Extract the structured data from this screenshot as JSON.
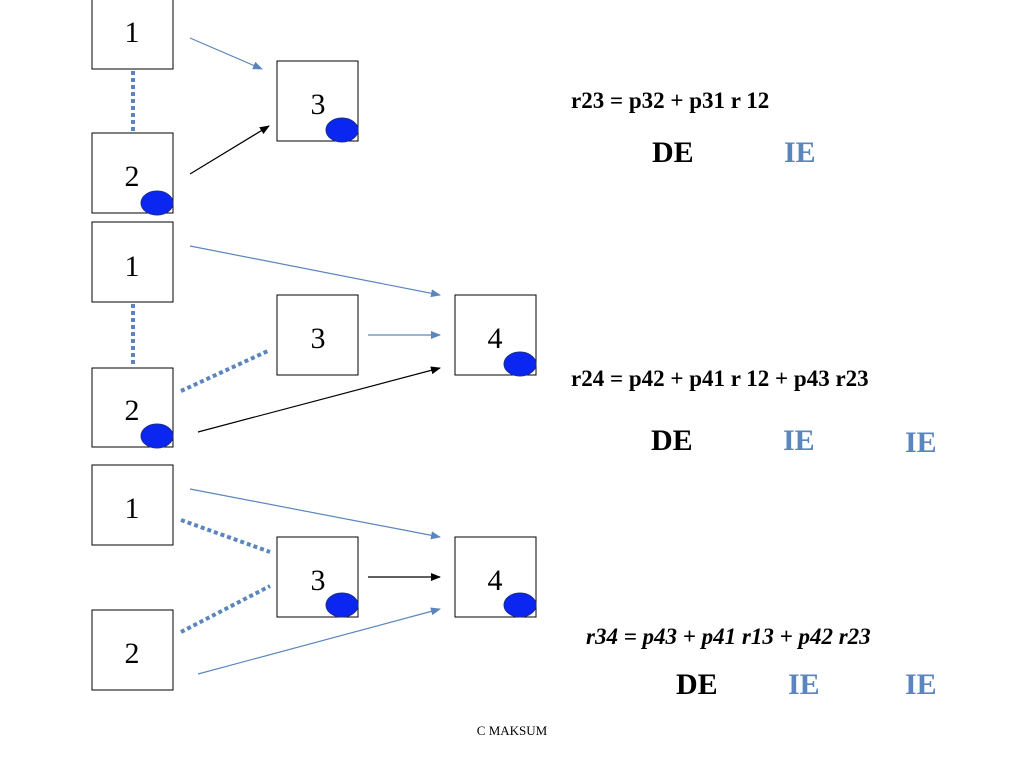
{
  "colors": {
    "blue_line": "#5B86BD",
    "dot": "#0A26F0",
    "dot_border": "#1A2F8A",
    "black": "#000000"
  },
  "panels": [
    {
      "nodes": [
        {
          "id": "1",
          "label": "1"
        },
        {
          "id": "2",
          "label": "2",
          "dot": true
        },
        {
          "id": "3",
          "label": "3",
          "dot": true
        }
      ],
      "formula": "r23 = p32 + p31 r 12",
      "terms": [
        {
          "label": "DE",
          "color": "#000000"
        },
        {
          "label": "IE",
          "color": "#5B86BD"
        }
      ]
    },
    {
      "nodes": [
        {
          "id": "1",
          "label": "1"
        },
        {
          "id": "2",
          "label": "2",
          "dot": true
        },
        {
          "id": "3",
          "label": "3"
        },
        {
          "id": "4",
          "label": "4",
          "dot": true
        }
      ],
      "formula": "r24 = p42 + p41 r 12 + p43 r23",
      "terms": [
        {
          "label": "DE",
          "color": "#000000"
        },
        {
          "label": "IE",
          "color": "#5B86BD"
        },
        {
          "label": "IE",
          "color": "#5B86BD"
        }
      ]
    },
    {
      "nodes": [
        {
          "id": "1",
          "label": "1"
        },
        {
          "id": "2",
          "label": "2"
        },
        {
          "id": "3",
          "label": "3",
          "dot": true
        },
        {
          "id": "4",
          "label": "4",
          "dot": true
        }
      ],
      "formula": "r34 = p43 + p41 r13 + p42 r23",
      "terms": [
        {
          "label": "DE",
          "color": "#000000"
        },
        {
          "label": "IE",
          "color": "#5B86BD"
        },
        {
          "label": "IE",
          "color": "#5B86BD"
        }
      ]
    }
  ],
  "footer": "C MAKSUM"
}
